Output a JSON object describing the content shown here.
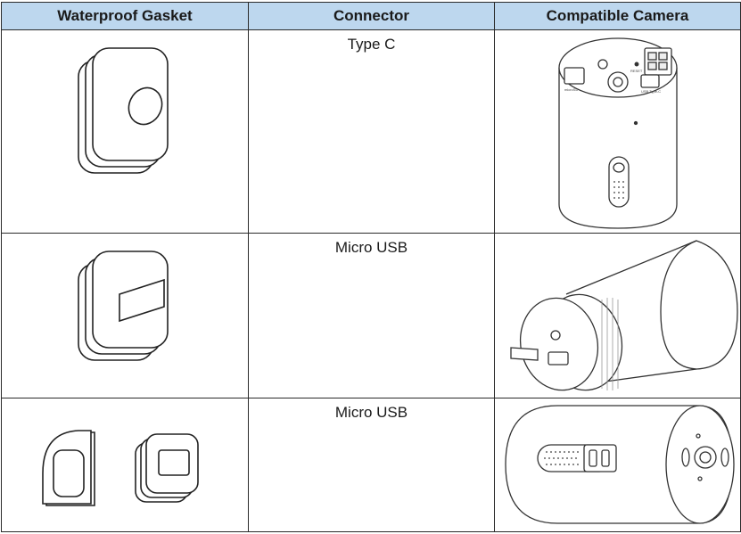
{
  "table": {
    "headers": [
      "Waterproof Gasket",
      "Connector",
      "Compatible Camera"
    ],
    "rows": [
      {
        "gasket_icon": "rounded-gasket-with-oval-opening",
        "connector": "Type C",
        "camera_icon": "cylindrical-camera-bottom-view"
      },
      {
        "gasket_icon": "rounded-gasket-with-rectangular-opening",
        "connector": "Micro USB",
        "camera_icon": "cylindrical-camera-side-view"
      },
      {
        "gasket_icon": "two-piece-gasket-set",
        "connector": "Micro USB",
        "camera_icon": "capsule-camera-side-view"
      }
    ],
    "header_color": "#bdd7ee",
    "camera1_labels": {
      "storage": "microSD",
      "reset": "RESET",
      "port": "USB Type-C"
    }
  }
}
